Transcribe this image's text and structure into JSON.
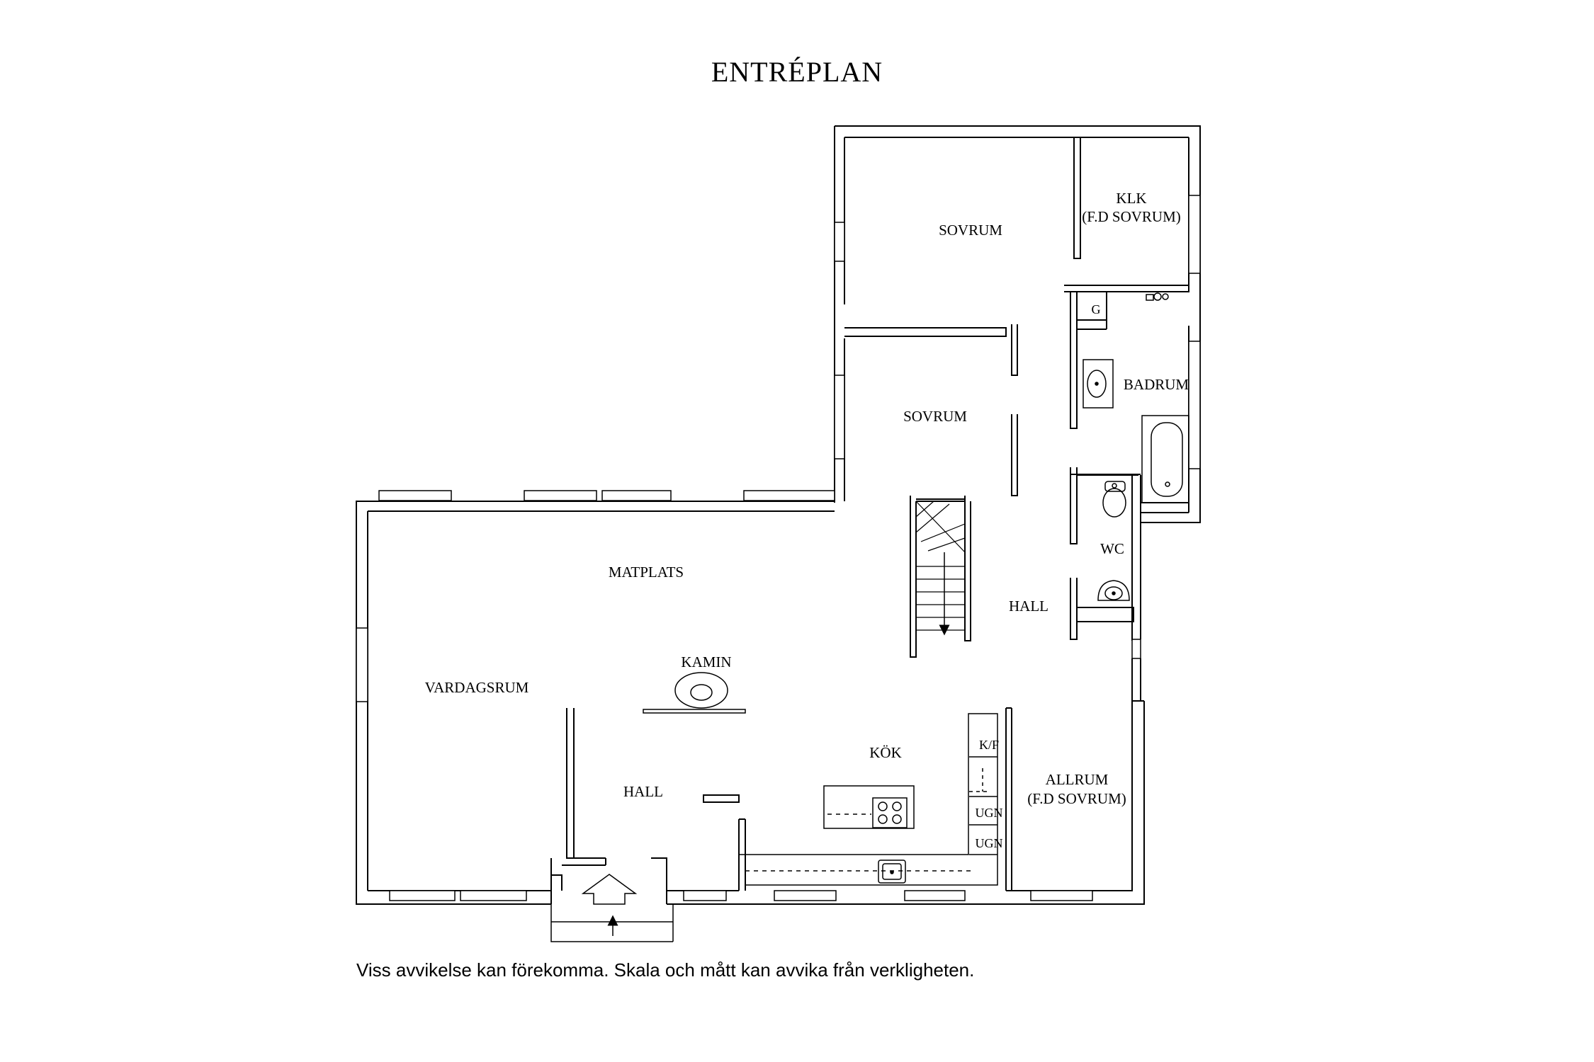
{
  "title": "ENTRÉPLAN",
  "disclaimer": "Viss avvikelse kan förekomma. Skala och mått kan avvika från verkligheten.",
  "rooms": {
    "sovrum_top": "SOVRUM",
    "klk": "KLK",
    "klk_note": "(F.D SOVRUM)",
    "sovrum_lower": "SOVRUM",
    "badrum": "BADRUM",
    "wc": "WC",
    "matplats": "MATPLATS",
    "hall_center": "HALL",
    "kamin": "KAMIN",
    "vardagsrum": "VARDAGSRUM",
    "kok": "KÖK",
    "hall_entry": "HALL",
    "allrum": "ALLRUM",
    "allrum_note": "(F.D SOVRUM)"
  },
  "fixtures": {
    "g": "G",
    "kf": "K/F",
    "ugn_upper": "UGN",
    "ugn_lower": "UGN"
  }
}
